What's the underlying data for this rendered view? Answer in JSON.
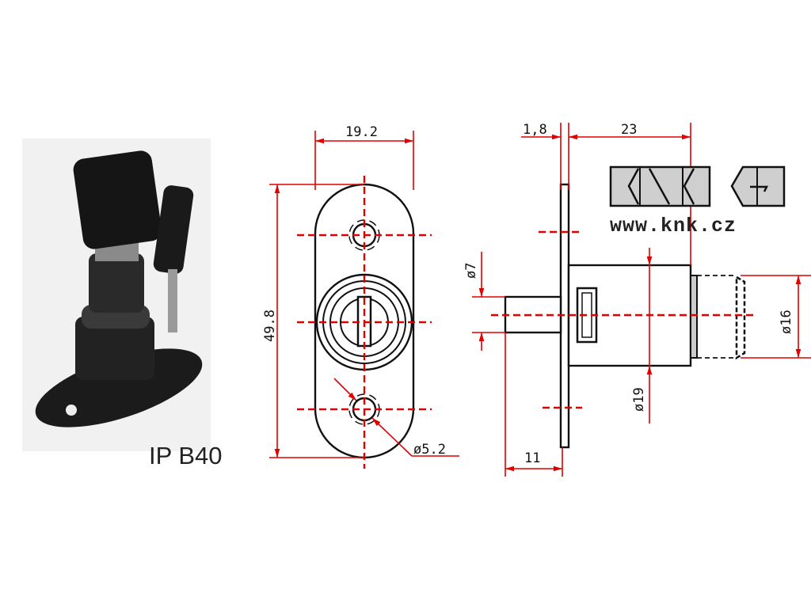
{
  "product": {
    "model": "IP B40"
  },
  "brand": {
    "logo_text": "KNK CZ",
    "url": "www.knk.cz"
  },
  "front_view": {
    "width_label": "19.2",
    "height_label": "49.8",
    "hole_label": "ø5.2"
  },
  "side_view": {
    "plate_thickness_label": "1,8",
    "body_length_label": "23",
    "pin_diameter_label": "ø7",
    "body_diameter_label": "ø19",
    "cap_diameter_label": "ø16",
    "pin_length_label": "11"
  },
  "colors": {
    "dimension": "#e00000",
    "outline": "#111111",
    "logo_fill": "#cfcfcf"
  }
}
